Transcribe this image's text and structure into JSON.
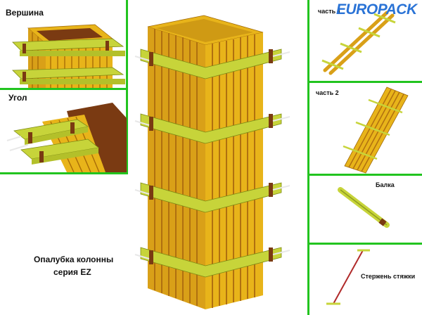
{
  "logo": {
    "part1": "EURO",
    "part2": "PACK"
  },
  "panels": {
    "top": {
      "label": "Вершина"
    },
    "corner": {
      "label": "Угол"
    },
    "part1": {
      "label": "часть 1"
    },
    "part2": {
      "label": "часть 2"
    },
    "beam": {
      "label": "Балка"
    },
    "rod": {
      "label": "Стержень стяжки"
    }
  },
  "caption": {
    "line1": "Опалубка колонны",
    "line2": "серия EZ"
  },
  "colors": {
    "divider": "#22c41f",
    "timber": "#e8b41a",
    "timber_dark": "#c98a10",
    "waler": "#c7d43a",
    "inside": "#7a3a12",
    "logo_blue": "#2a73d6"
  }
}
